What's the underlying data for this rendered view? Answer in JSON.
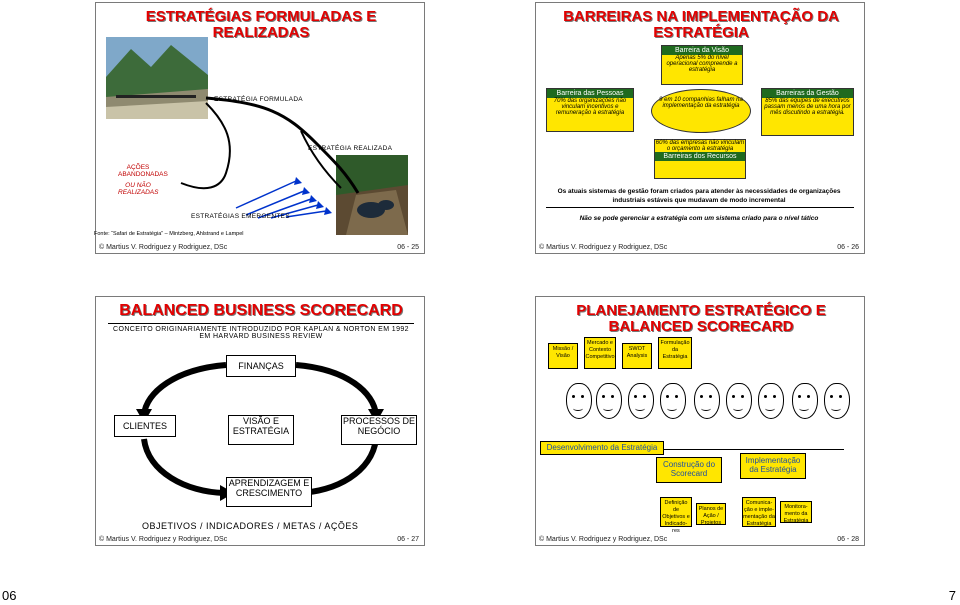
{
  "slide1": {
    "title": "ESTRATÉGIAS FORMULADAS E REALIZADAS",
    "formulada": "ESTRATÉGIA FORMULADA",
    "realizada": "ESTRATÉGIA REALIZADA",
    "abandonadas": "AÇÕES ABANDONADAS",
    "nao_realizadas": "OU NÃO REALIZADAS",
    "emergentes": "ESTRATÉGIAS EMERGENTES",
    "fonte": "Fonte: “Safari de Estratégia” – Mintzberg, Ahlstrand e Lampel",
    "author": "© Martius V. Rodriguez y Rodriguez, DSc",
    "page": "06 - 25"
  },
  "slide2": {
    "title": "BARREIRAS NA IMPLEMENTAÇÃO DA ESTRATÉGIA",
    "visao_head": "Barreira da Visão",
    "visao_text": "Apenas 5% do nível operacional compreende a estratégia",
    "pessoas_head": "Barreira das Pessoas",
    "pessoas_text": "70% das organizações não vinculam incentivos e remuneração à estratégia",
    "centro_text": "9 em 10 companhias falham na implementação da estratégia",
    "gestao_head": "Barreiras da Gestão",
    "gestao_text": "85% das equipes de executivos passam menos de uma hora por mês discutindo a estratégia.",
    "recursos_text": "60% das empresas não vinculam o orçamento à estratégia",
    "recursos_head": "Barreiras dos Recursos",
    "note1": "Os atuais sistemas de gestão foram criados para atender às necessidades de organizações industriais estáveis que mudavam de modo incremental",
    "note2": "Não se pode gerenciar a estratégia com um sistema criado para o nível tático",
    "author": "© Martius V. Rodriguez y Rodriguez, DSc",
    "page": "06 - 26"
  },
  "slide3": {
    "title": "BALANCED BUSINESS SCORECARD",
    "subtitle": "CONCEITO ORIGINARIAMENTE INTRODUZIDO POR KAPLAN & NORTON EM 1992 EM HARVARD BUSINESS REVIEW",
    "financas": "FINANÇAS",
    "clientes": "CLIENTES",
    "visao": "VISÃO E ESTRATÉGIA",
    "processos": "PROCESSOS DE NEGÓCIO",
    "aprendizagem": "APRENDIZAGEM E CRESCIMENTO",
    "objetivos": "OBJETIVOS / INDICADORES / METAS / AÇÕES",
    "author": "© Martius V. Rodriguez y Rodriguez, DSc",
    "page": "06 - 27"
  },
  "slide4": {
    "title": "PLANEJAMENTO ESTRATÉGICO E BALANCED SCORECARD",
    "steps": [
      "Missão / Visão",
      "Mercado e Contexto Competitivo",
      "SWOT Analysis",
      "Formulação da Estratégia"
    ],
    "desenvolvimento": "Desenvolvimento da Estratégia",
    "construcao": "Construção do Scorecard",
    "implementacao": "Implementação da Estratégia",
    "sub": [
      "Definição de Objetivos e Indicado-res",
      "Planos de Ação / Projetos",
      "Comunica-ção e imple-mentação da Estratégia",
      "Monitora-mento da Estratégia"
    ],
    "author": "© Martius V. Rodriguez y Rodriguez, DSc",
    "page": "06 - 28"
  },
  "page_numbers": {
    "left": "06",
    "right": "7"
  },
  "colors": {
    "title_red": "#e30000",
    "yellow": "#ffe600",
    "green_head": "#1f6a1f",
    "blue_text": "#1f4fa0"
  }
}
